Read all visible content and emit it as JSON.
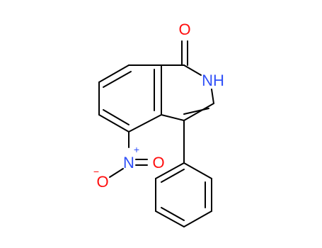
{
  "molecule": {
    "atoms": {
      "carbonyl_oxygen": {
        "label": "O",
        "color": "#ff0d0d"
      },
      "ring_nh": {
        "label": "NH",
        "color": "#3050f8"
      },
      "nitro_nitrogen": {
        "label": "N",
        "color": "#3050f8"
      },
      "nitro_charge_pos": {
        "label": "+",
        "color": "#3050f8"
      },
      "nitro_oxygen_double": {
        "label": "O",
        "color": "#ff0d0d"
      },
      "nitro_oxygen_single": {
        "label": "O",
        "color": "#ff0d0d"
      },
      "nitro_charge_neg": {
        "label": "−",
        "color": "#ff0d0d"
      }
    },
    "bond_color": "#000000"
  }
}
